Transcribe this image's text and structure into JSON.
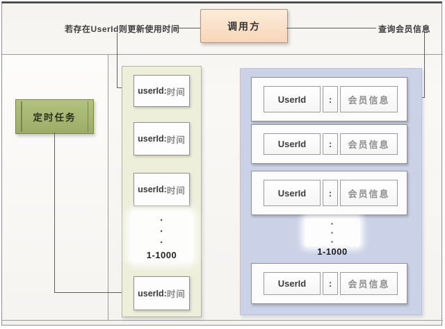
{
  "top": {
    "condition_label": "若存在UserId则更新使用时间",
    "caller_label": "调用方",
    "query_label": "查询会员信息"
  },
  "scheduler": {
    "task_label": "定时任务"
  },
  "time_cache": {
    "items": [
      {
        "id": "userId:",
        "time": "时间"
      },
      {
        "id": "userId:",
        "time": "时间"
      },
      {
        "id": "userId:",
        "time": "时间"
      },
      {
        "id": "userId:",
        "time": "时间"
      }
    ],
    "dot": "·",
    "range_label": "1-1000"
  },
  "member_cache": {
    "rows": [
      {
        "key": "UserId",
        "sep": ":",
        "value": "会员信息"
      },
      {
        "key": "UserId",
        "sep": ":",
        "value": "会员信息"
      },
      {
        "key": "UserId",
        "sep": ":",
        "value": "会员信息"
      },
      {
        "key": "UserId",
        "sep": ":",
        "value": "会员信息"
      }
    ],
    "dot": "·",
    "range_label": "1-1000"
  },
  "colors": {
    "caller_fill": "#f9ddc2",
    "task_fill": "#a6b571",
    "time_panel_fill": "#edefdb",
    "member_panel_fill": "#cbd2e7",
    "box_border": "#8f8f8f",
    "line": "#5d5d5d"
  }
}
